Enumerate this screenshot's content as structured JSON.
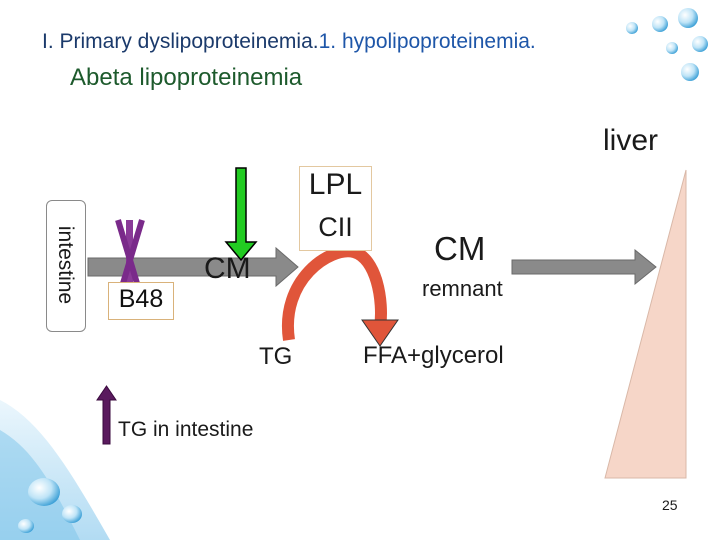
{
  "slide": {
    "title_part1": "I. Primary dyslipoproteinemia.",
    "title_part2": "1. hypolipoproteinemia.",
    "subtitle": "Abeta lipoproteinemia",
    "page_number": "25"
  },
  "diagram": {
    "intestine_label": "intestine",
    "liver_label": "liver",
    "lpl_label": "LPL",
    "cii_label": "CII",
    "cm_label": "CM",
    "cm_remnant_label": "CM",
    "remnant_label": "remnant",
    "b48_label": "B48",
    "tg_label": "TG",
    "ffa_label": "FFA+glycerol",
    "tg_intestine_label": "TG in intestine"
  },
  "colors": {
    "title_dark": "#1b3a6b",
    "title_blue": "#1e56a8",
    "subtitle_green": "#1d5a2c",
    "green_arrow": "#22cc22",
    "purple_arrow": "#5a1a5e",
    "red_arrow": "#e0553a",
    "liver_fill": "#f6d6c8",
    "block_cross": "#7a2a8a"
  }
}
